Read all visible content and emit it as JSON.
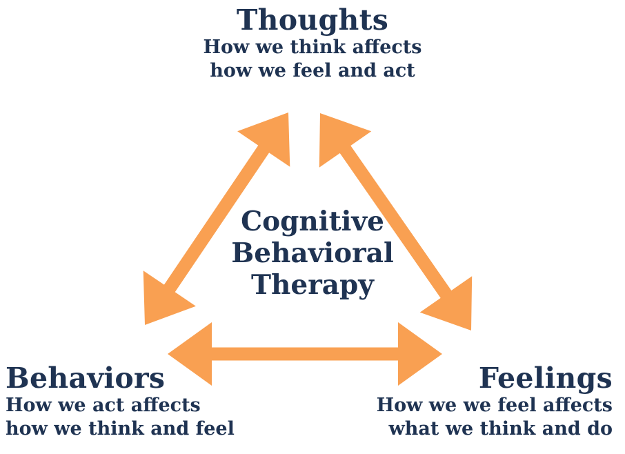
{
  "diagram": {
    "title_lines": [
      "Cognitive",
      "Behavioral",
      "Therapy"
    ],
    "colors": {
      "text": "#1f3352",
      "arrow": "#f9a052",
      "background": "#ffffff"
    },
    "nodes": {
      "thoughts": {
        "title": "Thoughts",
        "description_lines": [
          "How we think affects",
          "how we feel and act"
        ]
      },
      "behaviors": {
        "title": "Behaviors",
        "description_lines": [
          "How we act affects",
          "how we think and feel"
        ]
      },
      "feelings": {
        "title": "Feelings",
        "description_lines": [
          "How we we feel affects",
          "what we think and do"
        ]
      }
    },
    "edges": [
      {
        "from": "behaviors",
        "to": "thoughts",
        "style": "double-headed-arrow"
      },
      {
        "from": "thoughts",
        "to": "feelings",
        "style": "double-headed-arrow"
      },
      {
        "from": "behaviors",
        "to": "feelings",
        "style": "double-headed-arrow"
      }
    ]
  }
}
